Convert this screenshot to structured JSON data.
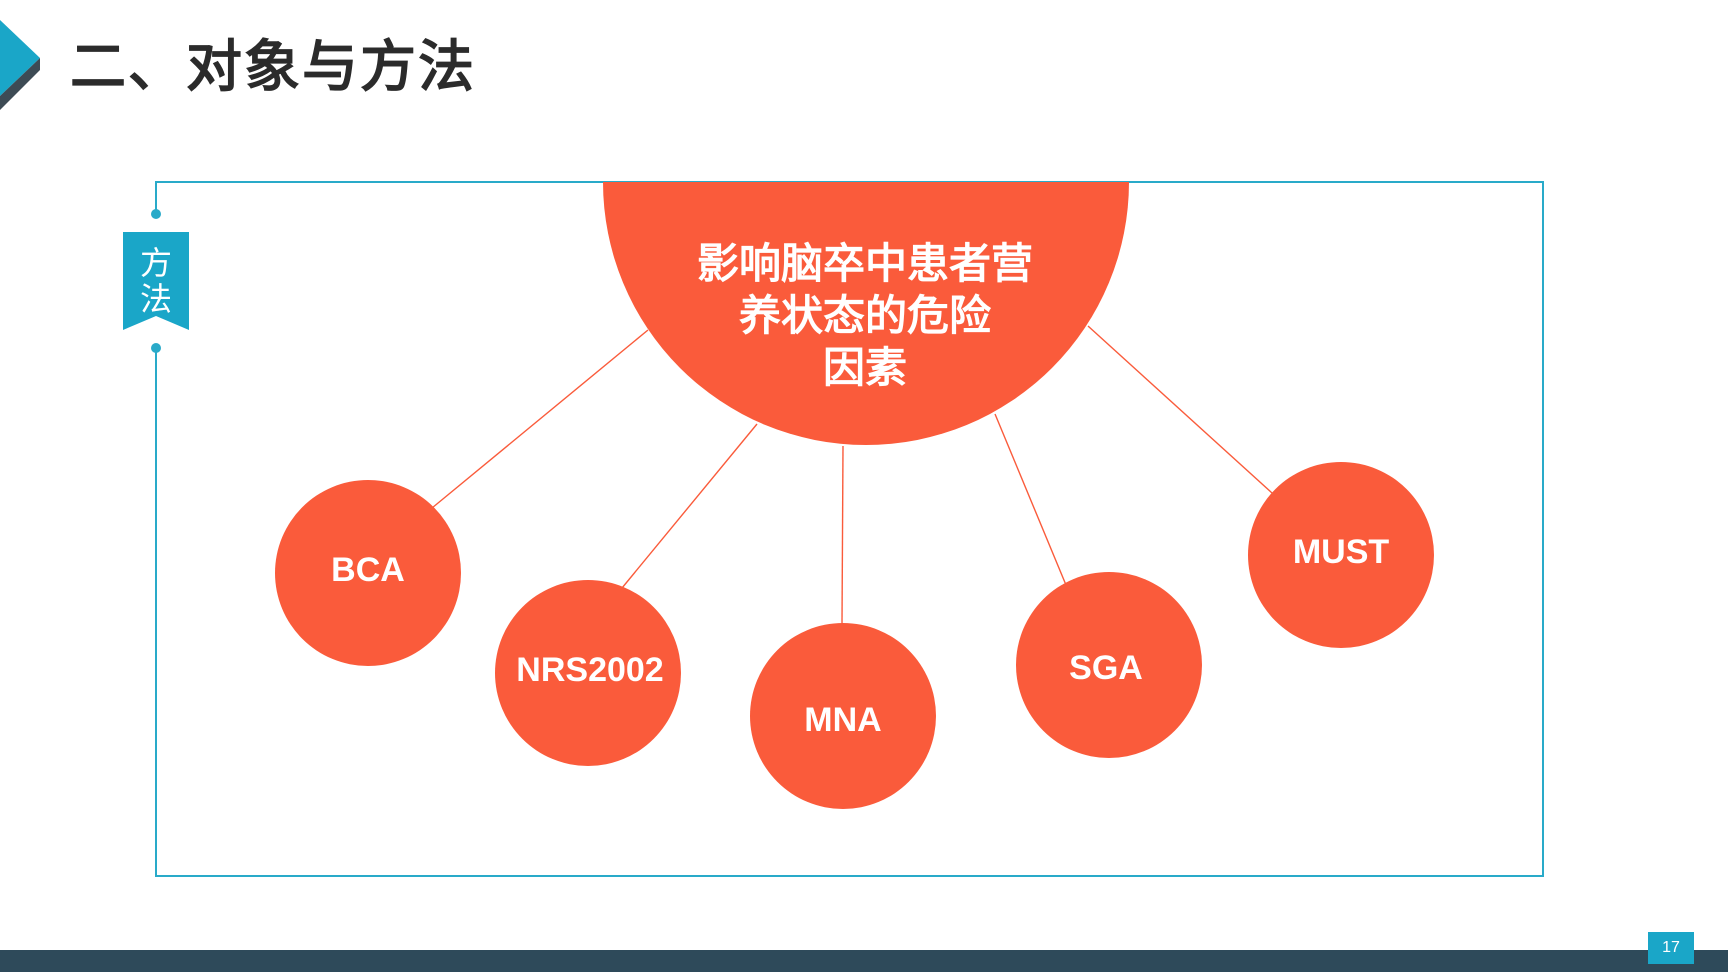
{
  "title": "二、对象与方法",
  "section_tag": [
    "方",
    "法"
  ],
  "hub": {
    "lines": [
      "影响脑卒中患者营",
      "养状态的危险",
      "因素"
    ]
  },
  "nodes": [
    {
      "label": "BCA"
    },
    {
      "label": "NRS2002"
    },
    {
      "label": "MNA"
    },
    {
      "label": "SGA"
    },
    {
      "label": "MUST"
    }
  ],
  "page_number": "17",
  "colors": {
    "accent_red": "#fa5b3b",
    "frame_teal": "#29aac9",
    "title_dark": "#2b2b2b",
    "footer": "#2e4a5a"
  }
}
